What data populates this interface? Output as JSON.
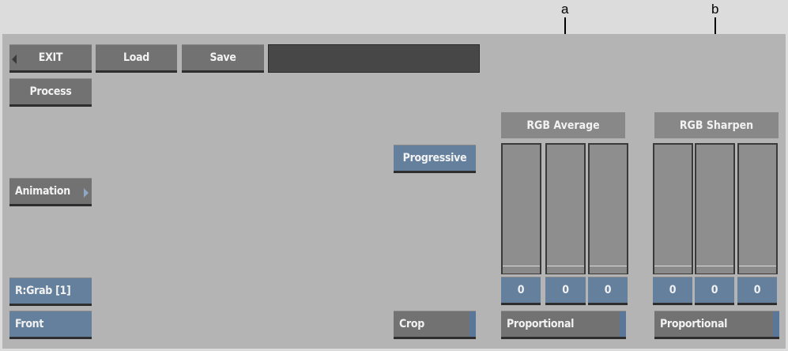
{
  "toolbar": {
    "exit": "EXIT",
    "load": "Load",
    "save": "Save",
    "process": "Process"
  },
  "buttons": {
    "progressive": "Progressive",
    "animation": "Animation",
    "rgrab": "R:Grab [1]",
    "front": "Front",
    "crop": "Crop"
  },
  "callouts": {
    "a": "a",
    "b": "b"
  },
  "rgb_average": {
    "title": "RGB Average",
    "values": [
      "0",
      "0",
      "0"
    ],
    "mode": "Proportional"
  },
  "rgb_sharpen": {
    "title": "RGB Sharpen",
    "values": [
      "0",
      "0",
      "0"
    ],
    "mode": "Proportional"
  }
}
